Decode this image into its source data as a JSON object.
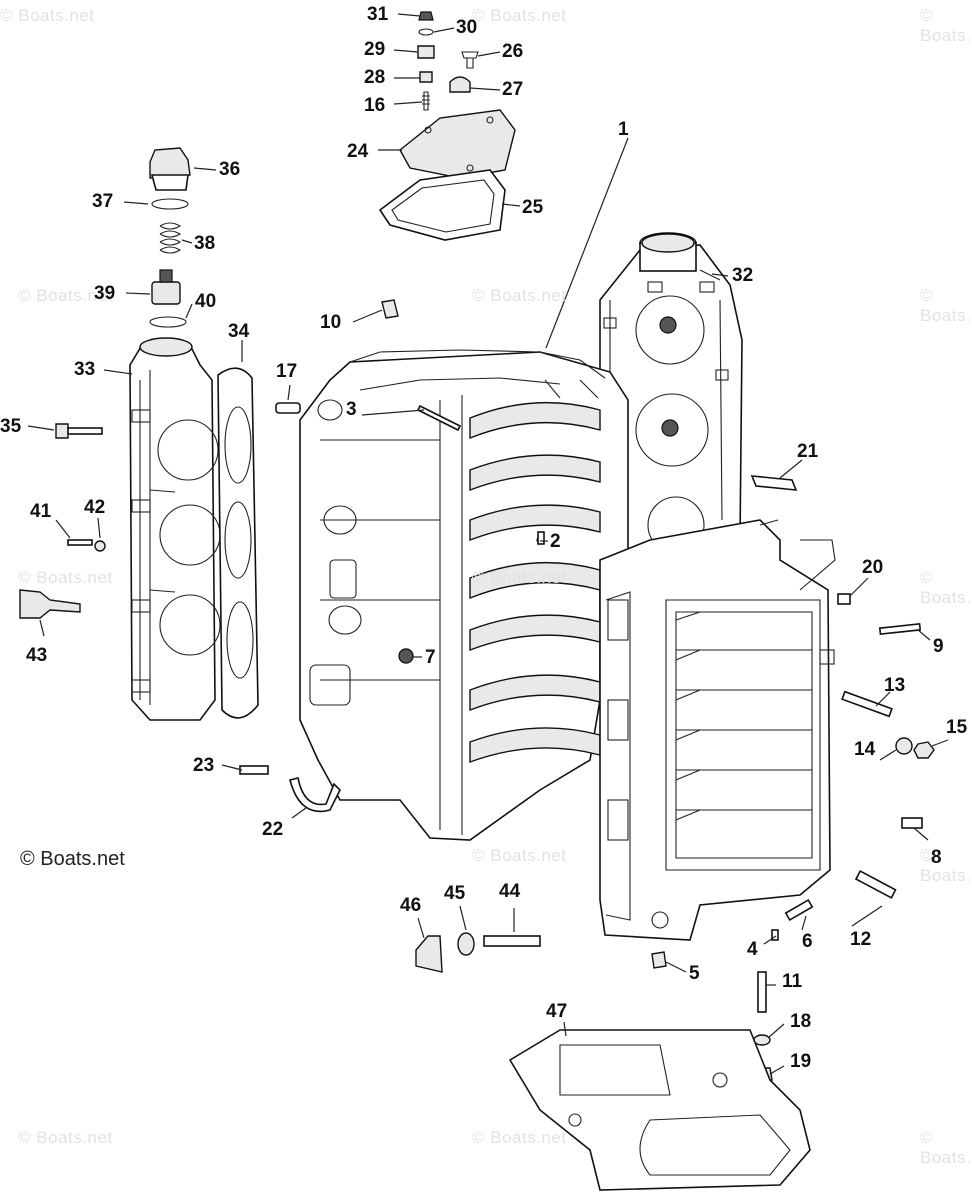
{
  "watermark": "© Boats.net",
  "copyright": "© Boats.net",
  "callouts": [
    "1",
    "2",
    "3",
    "4",
    "5",
    "6",
    "7",
    "8",
    "9",
    "10",
    "11",
    "12",
    "13",
    "14",
    "15",
    "16",
    "17",
    "18",
    "19",
    "20",
    "21",
    "22",
    "23",
    "24",
    "25",
    "26",
    "27",
    "28",
    "29",
    "30",
    "31",
    "32",
    "33",
    "34",
    "35",
    "36",
    "37",
    "38",
    "39",
    "40",
    "41",
    "42",
    "43",
    "44",
    "45",
    "46",
    "47"
  ]
}
